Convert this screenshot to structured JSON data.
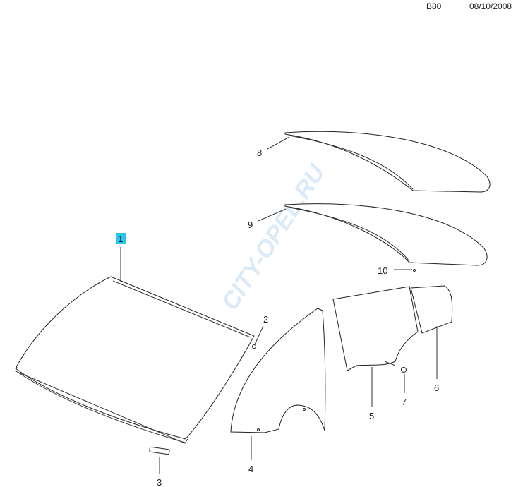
{
  "header": {
    "model_code": "B80",
    "date": "08/10/2008"
  },
  "watermark": "CITY-OPEL.RU",
  "highlight_color": "#29c4e8",
  "callouts": {
    "p1": "1",
    "p2": "2",
    "p3": "3",
    "p4": "4",
    "p5": "5",
    "p6": "6",
    "p7": "7",
    "p8": "8",
    "p9": "9",
    "p10": "10"
  }
}
